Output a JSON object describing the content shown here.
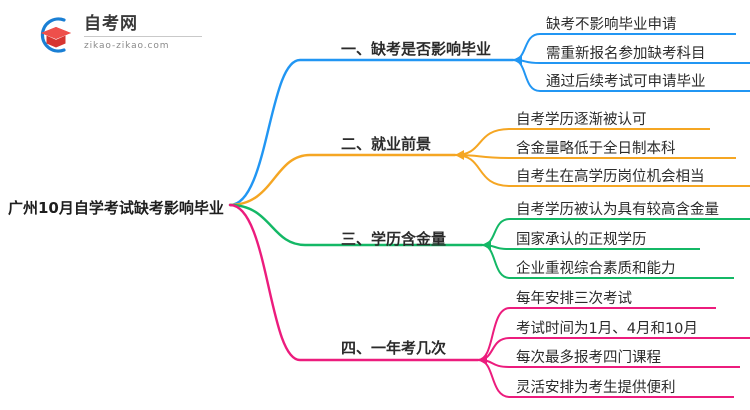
{
  "logo": {
    "cn_name": "自考网",
    "domain": "zikao-zikao.com",
    "mark": "graduation-cap-icon"
  },
  "mindmap": {
    "root": {
      "label": "广州10月自学考试缺考影响毕业"
    },
    "colors": {
      "branch1": "#2196F3",
      "branch2": "#F5A623",
      "branch3": "#14B866",
      "branch4": "#EC1croppedA",
      "branch4_hex": "#EC1C7D",
      "text": "#2b2b2b"
    },
    "branches": [
      {
        "label": "一、缺考是否影响毕业",
        "color": "#2196F3",
        "leaves": [
          {
            "label": "缺考不影响毕业申请"
          },
          {
            "label": "需重新报名参加缺考科目"
          },
          {
            "label": "通过后续考试可申请毕业"
          }
        ]
      },
      {
        "label": "二、就业前景",
        "color": "#F5A623",
        "leaves": [
          {
            "label": "自考学历逐渐被认可"
          },
          {
            "label": "含金量略低于全日制本科"
          },
          {
            "label": "自考生在高学历岗位机会相当"
          }
        ]
      },
      {
        "label": "三、学历含金量",
        "color": "#14B866",
        "leaves": [
          {
            "label": "自考学历被认为具有较高含金量"
          },
          {
            "label": "国家承认的正规学历"
          },
          {
            "label": "企业重视综合素质和能力"
          }
        ]
      },
      {
        "label": "四、一年考几次",
        "color": "#EC1C7D",
        "leaves": [
          {
            "label": "每年安排三次考试"
          },
          {
            "label": "考试时间为1月、4月和10月"
          },
          {
            "label": "每次最多报考四门课程"
          },
          {
            "label": "灵活安排为考生提供便利"
          }
        ]
      }
    ]
  }
}
